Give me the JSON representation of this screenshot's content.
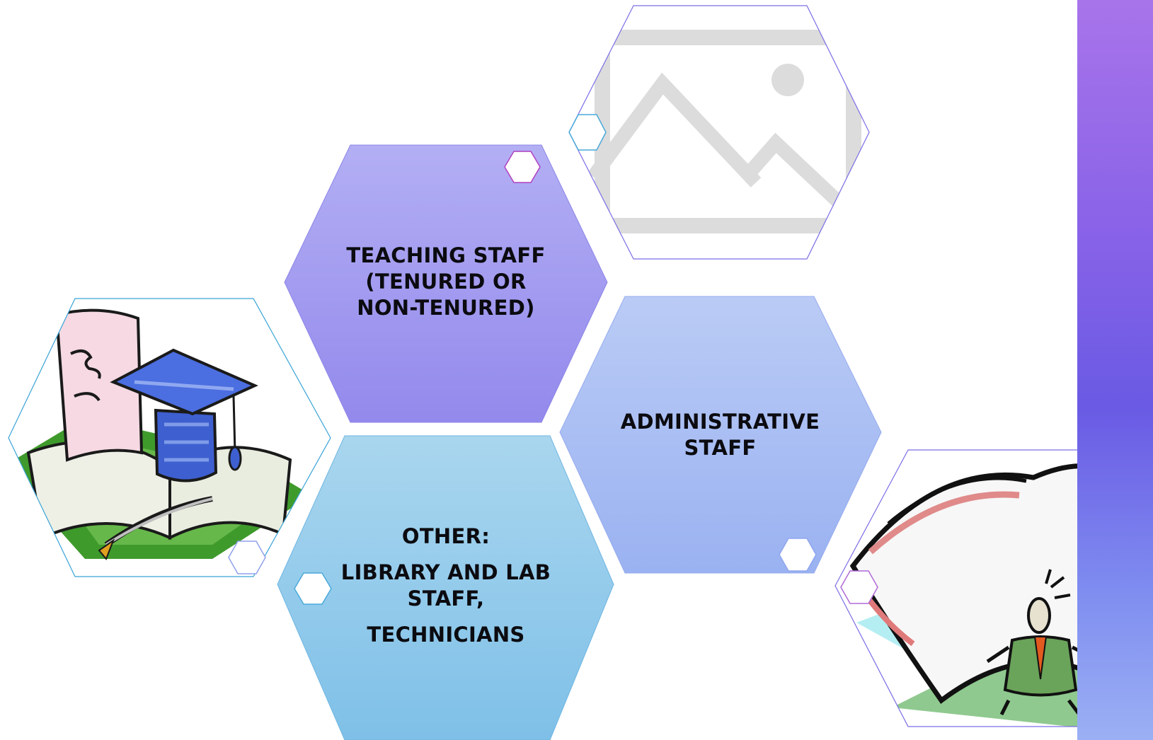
{
  "hexagons": {
    "teaching": {
      "lines": [
        "TEACHING STAFF",
        "(TENURED OR",
        "NON-TENURED)"
      ]
    },
    "administrative": {
      "lines": [
        "ADMINISTRATIVE",
        "STAFF"
      ]
    },
    "other": {
      "heading": "OTHER:",
      "lines": [
        "LIBRARY AND LAB",
        "STAFF,"
      ],
      "tail": "TECHNICIANS"
    }
  },
  "images": {
    "placeholder": "image-placeholder-icon",
    "graduation": "graduation-cap-clipart",
    "paperwork": "man-holding-papers-clipart"
  },
  "colors": {
    "teaching_top": "#b3aff4",
    "teaching_bottom": "#9389ec",
    "admin_top": "#bacbf5",
    "admin_bottom": "#9ab2f1",
    "other_top": "#a9d6ee",
    "other_bottom": "#7fc0e8",
    "accent_bar": "#6a5ae4"
  }
}
